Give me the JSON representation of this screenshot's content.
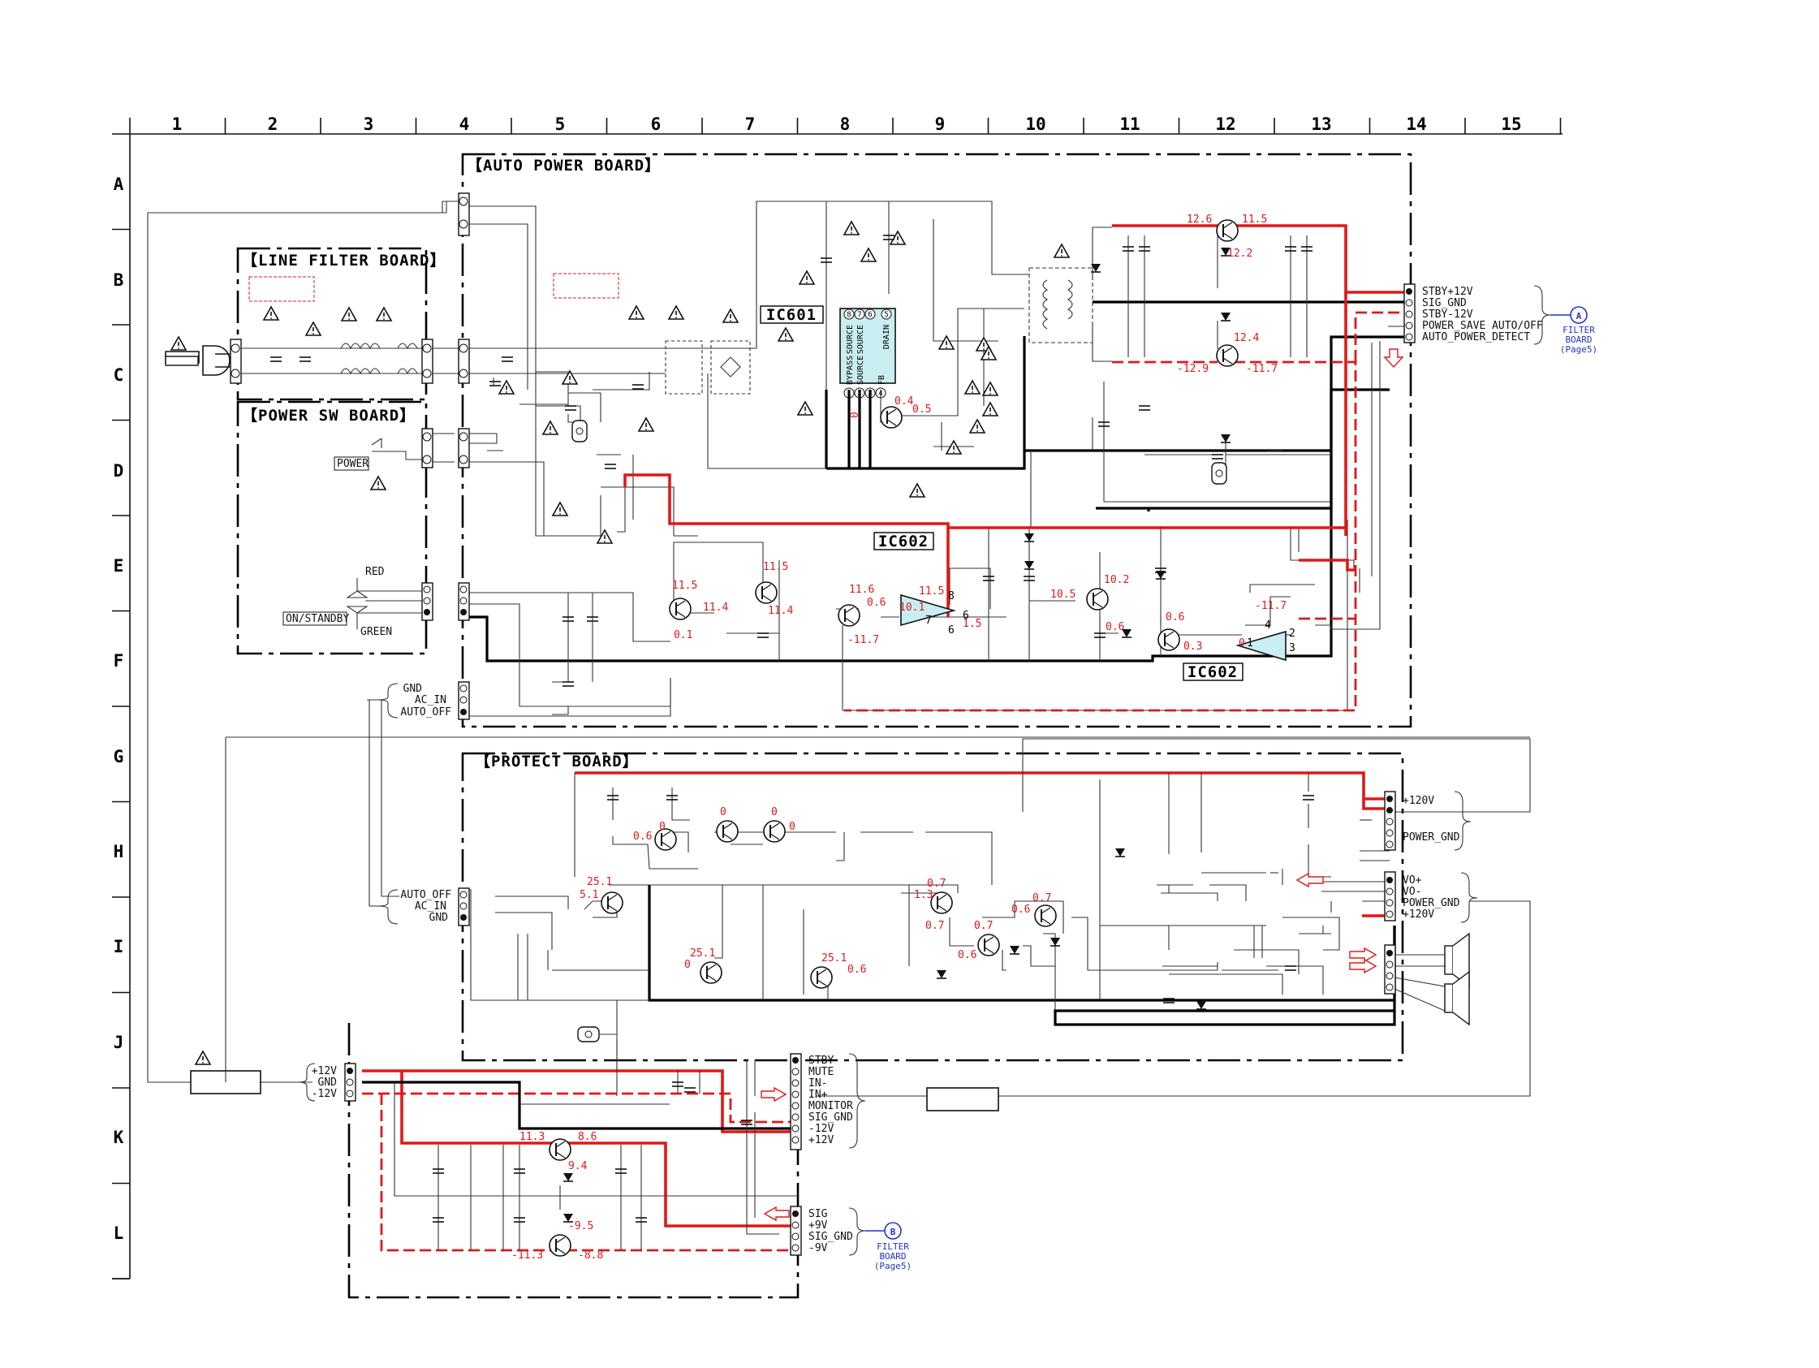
{
  "grid": {
    "columns": [
      "1",
      "2",
      "3",
      "4",
      "5",
      "6",
      "7",
      "8",
      "9",
      "10",
      "11",
      "12",
      "13",
      "14",
      "15"
    ],
    "rows": [
      "A",
      "B",
      "C",
      "D",
      "E",
      "F",
      "G",
      "H",
      "I",
      "J",
      "K",
      "L"
    ]
  },
  "boards": {
    "auto_power": "【AUTO POWER BOARD】",
    "line_filter": "【LINE FILTER BOARD】",
    "power_sw": "【POWER SW BOARD】",
    "protect": "【PROTECT BOARD】"
  },
  "ics": {
    "ic601": "IC601",
    "ic602_a": "IC602",
    "ic602_b": "IC602"
  },
  "ic601_pins": [
    "BYPASS",
    "SOURCE",
    "SOURCE",
    "SOURCE",
    "FB",
    "DRAIN"
  ],
  "ic601_pin_numbers": [
    "8",
    "7",
    "6",
    "5",
    "1",
    "2",
    "3",
    "4"
  ],
  "connectors": {
    "stby": [
      "STBY+12V",
      "SIG_GND",
      "STBY-12V",
      "POWER_SAVE AUTO/OFF",
      "AUTO_POWER_DETECT"
    ],
    "auto_off_top": [
      "GND",
      "AC_IN",
      "AUTO_OFF"
    ],
    "auto_off_bottom": [
      "AUTO_OFF",
      "AC_IN",
      "GND"
    ],
    "pow120": [
      "+120V",
      "POWER_GND"
    ],
    "vo": [
      "VO+",
      "VO-",
      "POWER_GND",
      "+120V"
    ],
    "supply": [
      "+12V",
      "GND",
      "-12V"
    ],
    "mute": [
      "STBY",
      "MUTE",
      "IN-",
      "IN+",
      "MONITOR",
      "SIG_GND",
      "-12V",
      "+12V"
    ],
    "sig": [
      "SIG",
      "+9V",
      "SIG_GND",
      "-9V"
    ]
  },
  "switch_labels": {
    "power": "POWER",
    "on_standby": "ON/STANDBY",
    "red": "RED",
    "green": "GREEN"
  },
  "references": {
    "a": {
      "letter": "A",
      "line1": "FILTER",
      "line2": "BOARD",
      "line3": "(Page5)"
    },
    "b": {
      "letter": "B",
      "line1": "FILTER",
      "line2": "BOARD",
      "line3": "(Page5)"
    }
  },
  "voltages": {
    "q12_6": "12.6",
    "q11_5a": "11.5",
    "q12_2": "12.2",
    "q12_4": "12.4",
    "q_m12_9": "-12.9",
    "q_m11_7a": "-11.7",
    "q0_4": "0.4",
    "q0_5": "0.5",
    "q0_a": "0",
    "e11_5a": "11.5",
    "e11_4a": "11.4",
    "e0_1": "0.1",
    "e11_5b": "11.5",
    "e11_4b": "11.4",
    "e11_6": "11.6",
    "e0_6a": "0.6",
    "e_m11_7": "-11.7",
    "o11_5": "11.5",
    "o10_1": "10.1",
    "o1_5": "1.5",
    "o10_2": "10.2",
    "o10_5": "10.5",
    "o0_6b": "0.6",
    "o0_6c": "0.6",
    "o0_3": "0.3",
    "o_m11_7": "-11.7",
    "o0_b": "0",
    "h0_6": "0.6",
    "h0_a": "0",
    "h0_b": "0",
    "h0_c": "0",
    "h0_d": "0",
    "h25_1a": "25.1",
    "h5_1": "5.1",
    "h25_1b": "25.1",
    "h0_e": "0",
    "h25_1c": "25.1",
    "h0_6b": "0.6",
    "h0_7a": "0.7",
    "h1_3": "1.3",
    "h0_7b": "0.7",
    "h0_7c": "0.7",
    "h0_6c": "0.6",
    "h0_7d": "0.7",
    "h0_6d": "0.6",
    "k11_3": "11.3",
    "k8_6": "8.6",
    "k9_4": "9.4",
    "k_m9_5": "-9.5",
    "k_m11_3": "-11.3",
    "k_m8_8": "-8.8"
  },
  "pin_labels": {
    "p8": "8",
    "p7": "7",
    "p6": "6",
    "p5": "5",
    "p1": "1",
    "p2": "2",
    "p3": "3",
    "p4": "4",
    "p0": "0"
  }
}
